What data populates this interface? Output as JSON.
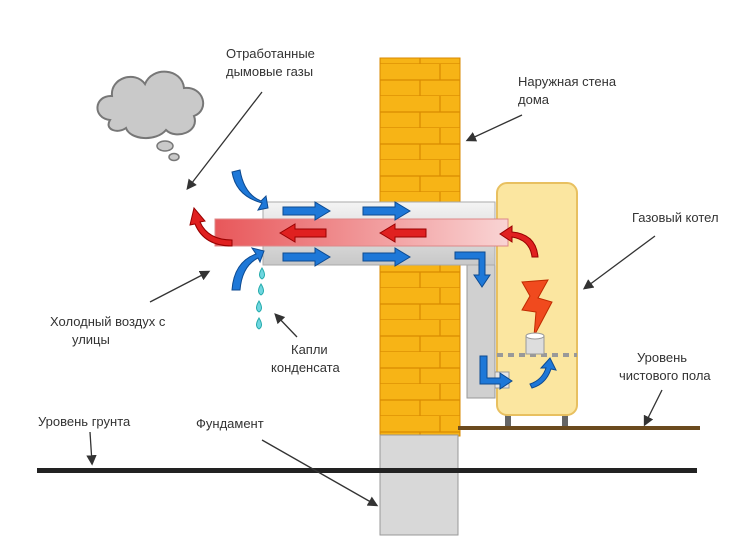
{
  "labels": {
    "exhaust_gases": [
      "Отработанные",
      "дымовые газы"
    ],
    "outer_wall": [
      "Наружная стена",
      "дома"
    ],
    "gas_boiler": "Газовый котел",
    "cold_air": [
      "Холодный воздух с",
      "улицы"
    ],
    "condensate": [
      "Капли",
      "конденсата"
    ],
    "floor_level": [
      "Уровень",
      "чистового пола"
    ],
    "ground_level": "Уровень грунта",
    "foundation": "Фундамент"
  },
  "colors": {
    "brick": "#f7b416",
    "brick_line": "#d98a00",
    "hot_gas": "#e8575a",
    "cold_air": "#1e78d8",
    "pipe": "#d6d6d6",
    "boiler": "#fbe6a0",
    "flame": "#f04a1e",
    "drop": "#6fd6e0",
    "floor": "#6b4a1e",
    "ground": "#222222"
  }
}
